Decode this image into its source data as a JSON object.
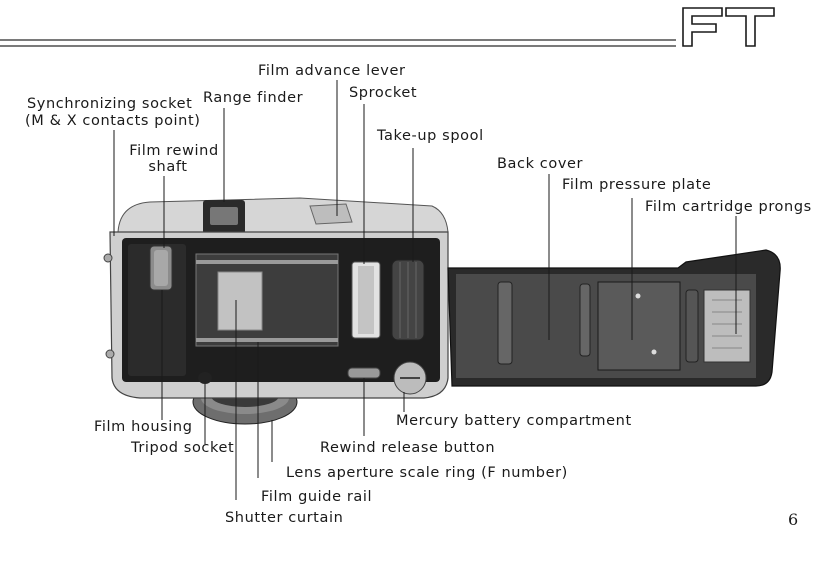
{
  "page": {
    "logo": "FT",
    "page_number": "6"
  },
  "labels": {
    "sync_socket_1": "Synchronizing socket",
    "sync_socket_2": "(M & X contacts point)",
    "range_finder": "Range finder",
    "film_advance_lever": "Film advance lever",
    "sprocket": "Sprocket",
    "film_rewind_1": "Film rewind",
    "film_rewind_2": "shaft",
    "take_up_spool": "Take-up spool",
    "back_cover": "Back cover",
    "film_pressure_plate": "Film pressure plate",
    "film_cartridge_prongs": "Film cartridge prongs",
    "mercury_battery": "Mercury battery compartment",
    "film_housing": "Film housing",
    "tripod_socket": "Tripod socket",
    "rewind_release": "Rewind release button",
    "lens_aperture": "Lens aperture scale ring (F number)",
    "film_guide_rail": "Film guide rail",
    "shutter_curtain": "Shutter curtain"
  },
  "colors": {
    "ink": "#1a1a1a",
    "chrome": "#cfcfcf",
    "body_dark": "#1e1e1e",
    "paper": "#ffffff"
  }
}
